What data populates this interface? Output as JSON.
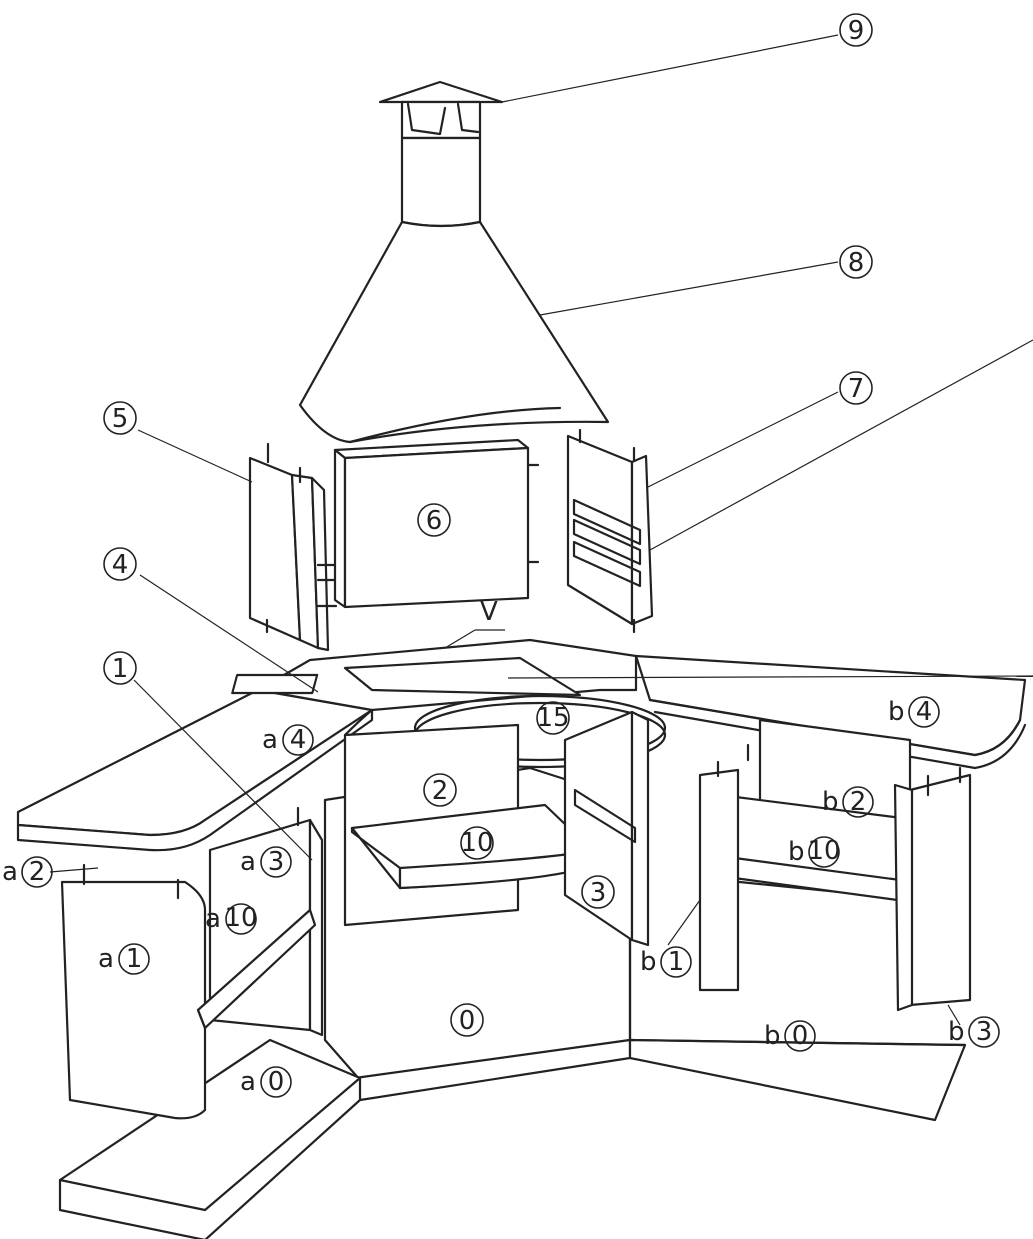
{
  "diagram": {
    "callouts": [
      {
        "id": "c9",
        "text": "9"
      },
      {
        "id": "c8",
        "text": "8"
      },
      {
        "id": "c7",
        "text": "7"
      },
      {
        "id": "c5",
        "text": "5"
      },
      {
        "id": "c6",
        "text": "6"
      },
      {
        "id": "c4",
        "text": "4"
      },
      {
        "id": "c1",
        "text": "1"
      },
      {
        "id": "c15",
        "text": "15"
      },
      {
        "id": "c2",
        "text": "2"
      },
      {
        "id": "c10",
        "text": "10"
      },
      {
        "id": "c3",
        "text": "3"
      },
      {
        "id": "c0",
        "text": "0"
      }
    ],
    "prefixed_labels": [
      {
        "id": "a4",
        "prefix": "a",
        "num": "4"
      },
      {
        "id": "a2",
        "prefix": "a",
        "num": "2"
      },
      {
        "id": "a3",
        "prefix": "a",
        "num": "3"
      },
      {
        "id": "a10",
        "prefix": "a",
        "num": "10"
      },
      {
        "id": "a1",
        "prefix": "a",
        "num": "1"
      },
      {
        "id": "a0",
        "prefix": "a",
        "num": "0"
      },
      {
        "id": "b4",
        "prefix": "b",
        "num": "4"
      },
      {
        "id": "b2",
        "prefix": "b",
        "num": "2"
      },
      {
        "id": "b10",
        "prefix": "b",
        "num": "10"
      },
      {
        "id": "b1",
        "prefix": "b",
        "num": "1"
      },
      {
        "id": "b3",
        "prefix": "b",
        "num": "3"
      },
      {
        "id": "b0",
        "prefix": "b",
        "num": "0"
      }
    ],
    "v_label": "V"
  }
}
